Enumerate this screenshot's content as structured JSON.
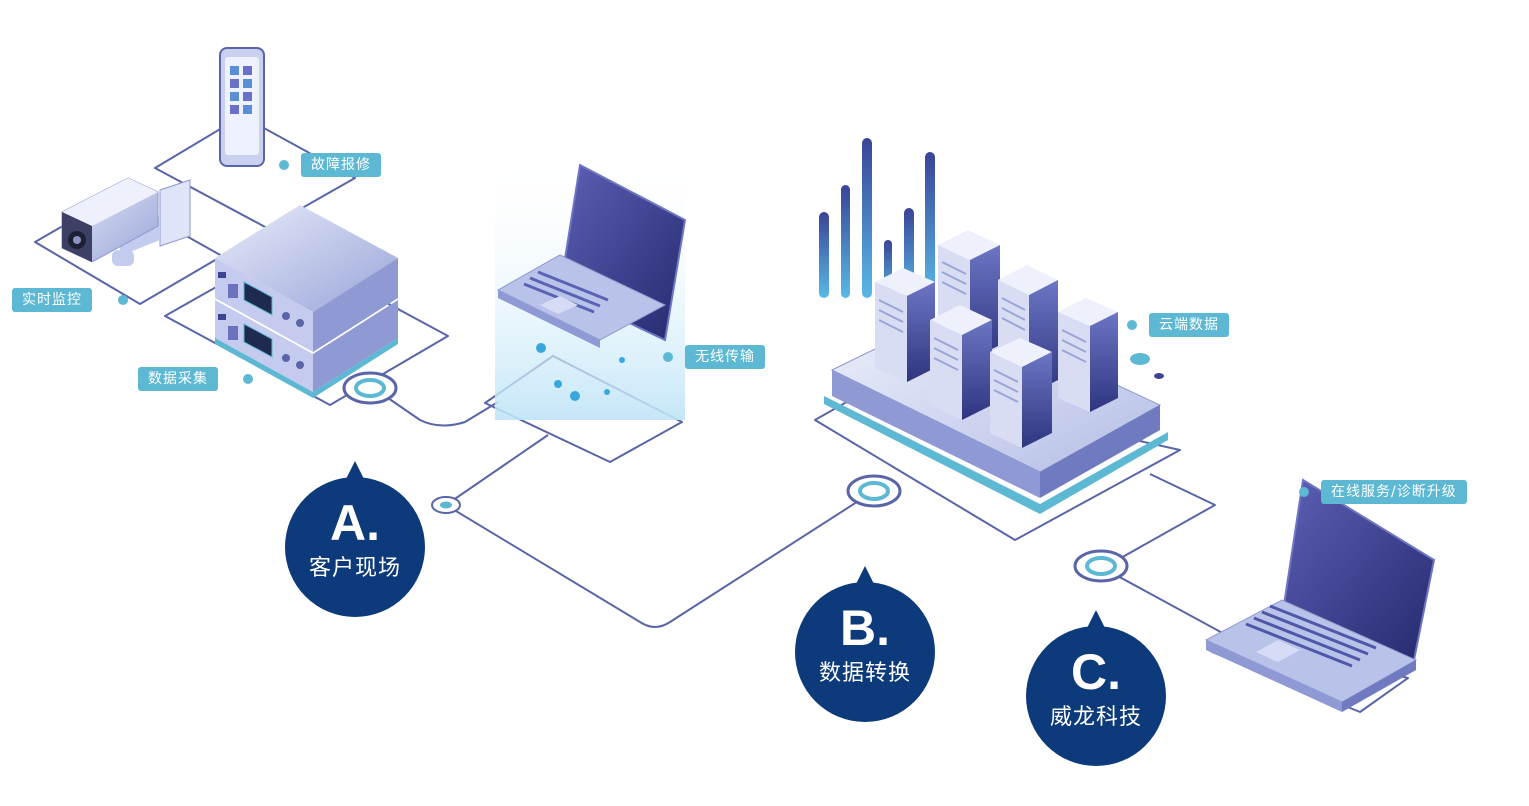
{
  "labels": {
    "repair": "故障报修",
    "monitor": "实时监控",
    "collect": "数据采集",
    "wireless": "无线传输",
    "cloud": "云端数据",
    "online": "在线服务/诊断升级"
  },
  "stages": [
    {
      "letter": "A.",
      "name": "客户现场"
    },
    {
      "letter": "B.",
      "name": "数据转换"
    },
    {
      "letter": "C.",
      "name": "威龙科技"
    }
  ],
  "colors": {
    "line": "#5a65a8",
    "tag": "#5cb8d3",
    "badge": "#0c3a7a",
    "device": "#b9c2e8",
    "screen": "#3a3f8f"
  }
}
